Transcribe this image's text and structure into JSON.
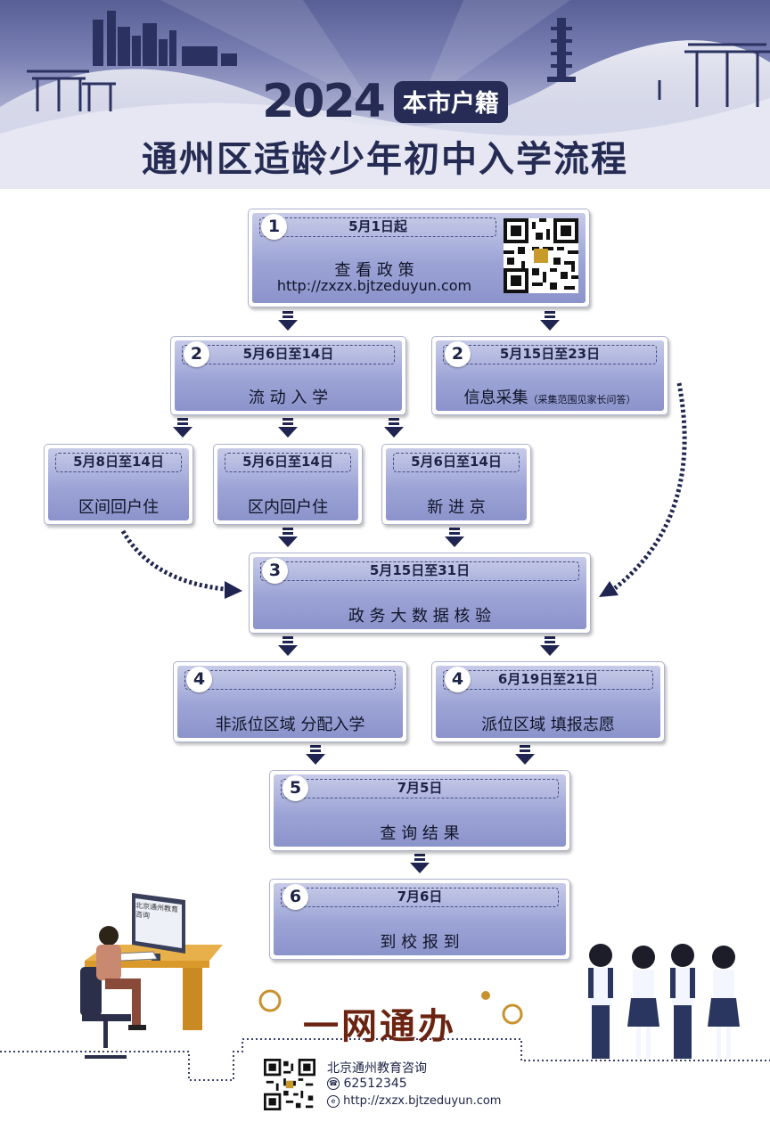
{
  "header": {
    "year": "2024",
    "hukou_badge": "本市户籍",
    "title": "通州区适龄少年初中入学流程"
  },
  "steps": {
    "s1": {
      "num": "1",
      "date": "5月1日起",
      "line1": "查 看 政 策",
      "line2": "http://zxzx.bjtzeduyun.com"
    },
    "s2a": {
      "num": "2",
      "date": "5月6日至14日",
      "label": "流 动 入 学"
    },
    "s2b": {
      "num": "2",
      "date": "5月15日至23日",
      "label": "信息采集",
      "note": "（采集范围见家长问答）"
    },
    "sub1": {
      "date": "5月8日至14日",
      "label": "区间回户住"
    },
    "sub2": {
      "date": "5月6日至14日",
      "label": "区内回户住"
    },
    "sub3": {
      "date": "5月6日至14日",
      "label": "新 进 京"
    },
    "s3": {
      "num": "3",
      "date": "5月15日至31日",
      "label": "政 务 大 数 据 核 验"
    },
    "s4a": {
      "num": "4",
      "date": "",
      "label": "非派位区域 分配入学"
    },
    "s4b": {
      "num": "4",
      "date": "6月19日至21日",
      "label": "派位区域 填报志愿"
    },
    "s5": {
      "num": "5",
      "date": "7月5日",
      "label": "查 询 结 果"
    },
    "s6": {
      "num": "6",
      "date": "7月6日",
      "label": "到 校 报 到"
    }
  },
  "slogan": "一网通办",
  "monitor_text": "北京通州教育咨询",
  "footer": {
    "org": "北京通州教育咨询",
    "phone": "62512345",
    "url": "http://zxzx.bjtzeduyun.com"
  },
  "icons": [
    "qr-code-icon",
    "phone-icon",
    "web-icon",
    "down-arrow-icon",
    "curved-arrow-icon"
  ],
  "colors": {
    "box_fill": "#9ca4d6",
    "title": "#252b52",
    "slogan": "#6b2412"
  }
}
